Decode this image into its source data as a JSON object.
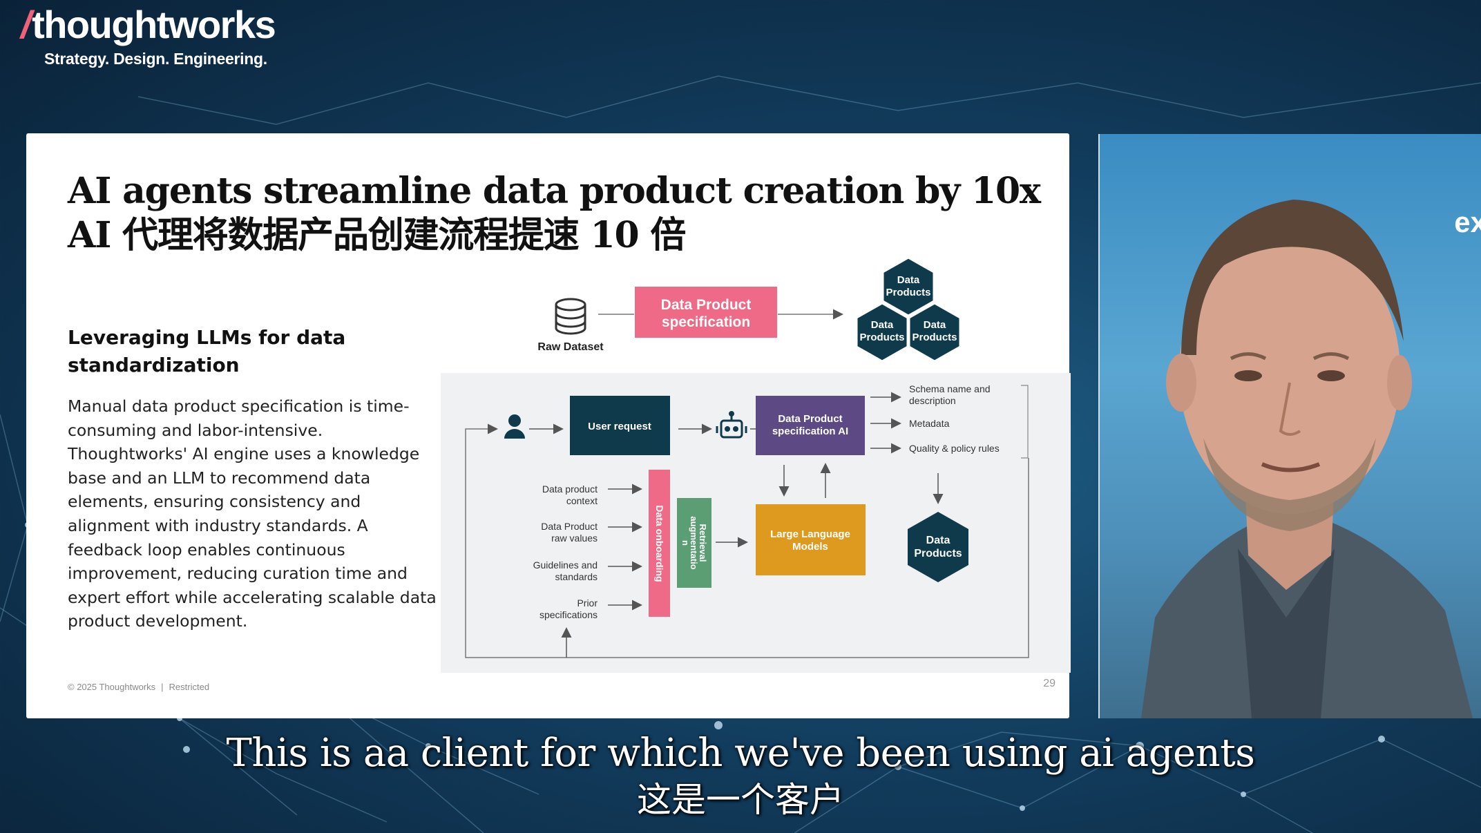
{
  "brand": {
    "logo_text": "thoughtworks",
    "tagline": "Strategy. Design. Engineering."
  },
  "slide": {
    "title_en": "AI agents streamline data product creation by 10x",
    "title_zh": "AI 代理将数据产品创建流程提速 10 倍",
    "left_heading": "Leveraging LLMs for data standardization",
    "left_body": "Manual data product specification is time-consuming and labor-intensive. Thoughtworks' AI engine uses a knowledge base and an LLM to recommend data elements, ensuring consistency and alignment with industry standards. A feedback loop enables continuous improvement, reducing curation time and expert effort while accelerating scalable data product development.",
    "footer_copyright": "© 2025 Thoughtworks",
    "footer_class": "Restricted",
    "page_number": "29"
  },
  "diagram": {
    "raw_dataset_label": "Raw Dataset",
    "spec_box_label_1": "Data Product",
    "spec_box_label_2": "specification",
    "hex_label_1": "Data",
    "hex_label_2": "Products",
    "user_request_label": "User request",
    "spec_ai_label_1": "Data Product",
    "spec_ai_label_2": "specification AI",
    "outputs": {
      "schema_1": "Schema name and",
      "schema_2": "description",
      "metadata": "Metadata",
      "quality": "Quality & policy rules"
    },
    "inputs": {
      "context_1": "Data product",
      "context_2": "context",
      "raw_1": "Data Product",
      "raw_2": "raw values",
      "guide_1": "Guidelines and",
      "guide_2": "standards",
      "prior_1": "Prior",
      "prior_2": "specifications"
    },
    "onboarding_label": "Data onboarding",
    "retrieval_label_1": "Retrieval",
    "retrieval_label_2": "augmentatio",
    "retrieval_label_3": "n",
    "llm_label_1": "Large Language",
    "llm_label_2": "Models",
    "colors": {
      "pink": "#ef6a86",
      "navy": "#0f3a4c",
      "purple": "#5d4a85",
      "orange": "#dd9a1f",
      "green": "#5c9e74"
    }
  },
  "video": {
    "partial_text": "ex"
  },
  "subtitles": {
    "english": "This is aa client for which we've been using ai agents",
    "chinese": "这是一个客户"
  }
}
